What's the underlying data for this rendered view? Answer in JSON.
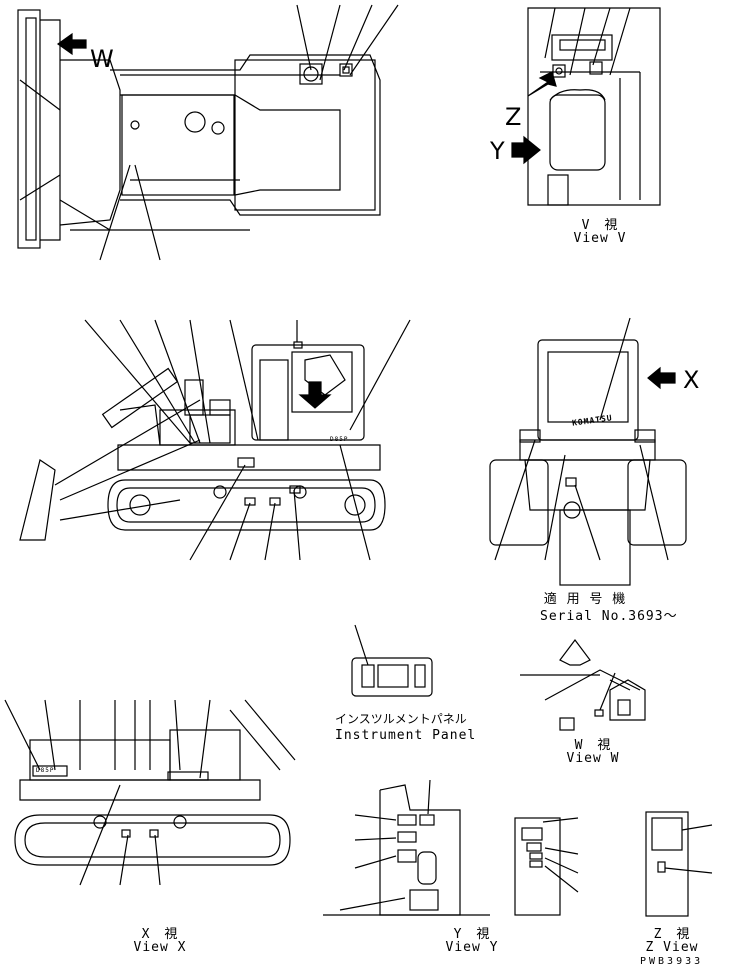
{
  "views": {
    "v": {
      "jp": "V　視",
      "en": "View V"
    },
    "x": {
      "jp": "X　視",
      "en": "View X"
    },
    "y": {
      "jp": "Y　視",
      "en": "View Y"
    },
    "z": {
      "jp": "Z　視",
      "en": "Z View"
    },
    "w": {
      "jp": "W　視",
      "en": "View W"
    }
  },
  "markers": {
    "w": "W",
    "x": "X",
    "y": "Y",
    "z": "Z"
  },
  "serial": {
    "jp": "適 用 号 機",
    "en": "Serial No.3693～"
  },
  "instrument_panel": {
    "jp": "インスツルメントパネル",
    "en": "Instrument Panel"
  },
  "decals": {
    "komatsu": "KOMATSU",
    "model": "D85P"
  },
  "drawing_code": "PWB3933"
}
